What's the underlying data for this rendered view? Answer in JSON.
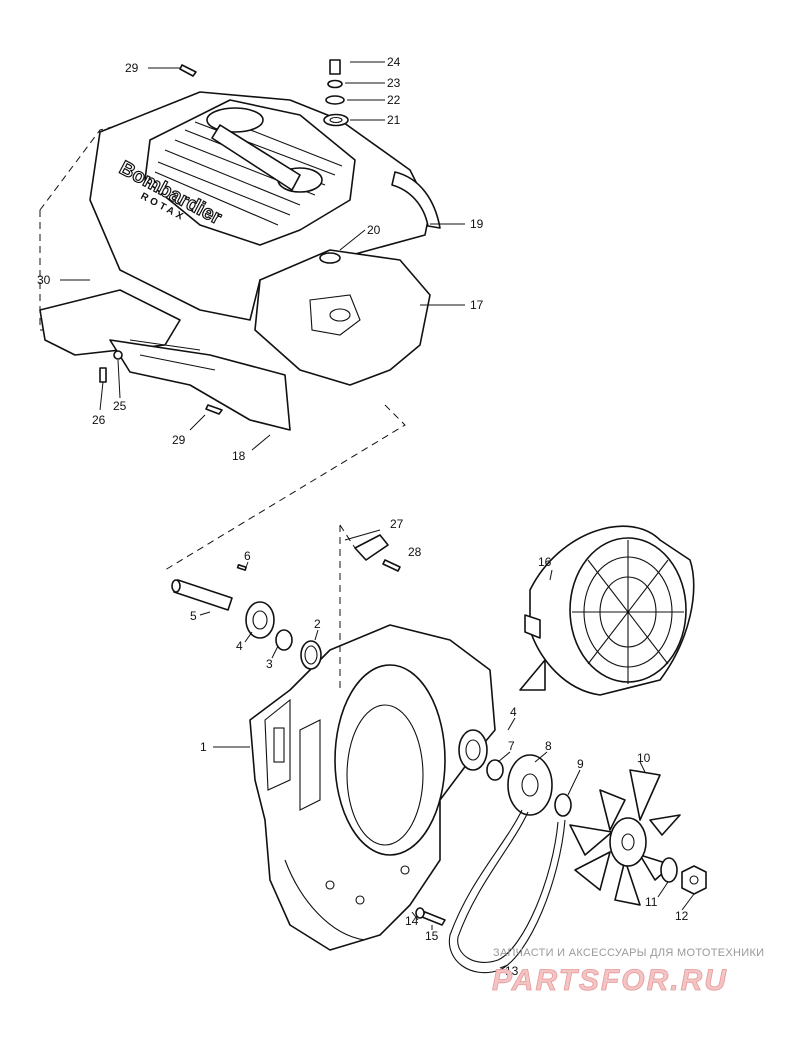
{
  "cover": {
    "brand": "Bombardier",
    "subbrand": "ROTAX"
  },
  "callouts": {
    "c1": "1",
    "c2": "2",
    "c3": "3",
    "c4a": "4",
    "c4b": "4",
    "c5": "5",
    "c6": "6",
    "c7": "7",
    "c8": "8",
    "c9": "9",
    "c10": "10",
    "c11": "11",
    "c12": "12",
    "c13": "13",
    "c14": "14",
    "c15": "15",
    "c16": "16",
    "c17": "17",
    "c18": "18",
    "c19": "19",
    "c20": "20",
    "c21": "21",
    "c22": "22",
    "c23": "23",
    "c24": "24",
    "c25": "25",
    "c26": "26",
    "c27": "27",
    "c28": "28",
    "c29a": "29",
    "c29b": "29",
    "c30": "30"
  },
  "watermark": {
    "tagline": "ЗАПЧАСТИ И АКСЕССУАРЫ ДЛЯ МОТОТЕХНИКИ",
    "logo": "PARTSFOR.RU"
  }
}
